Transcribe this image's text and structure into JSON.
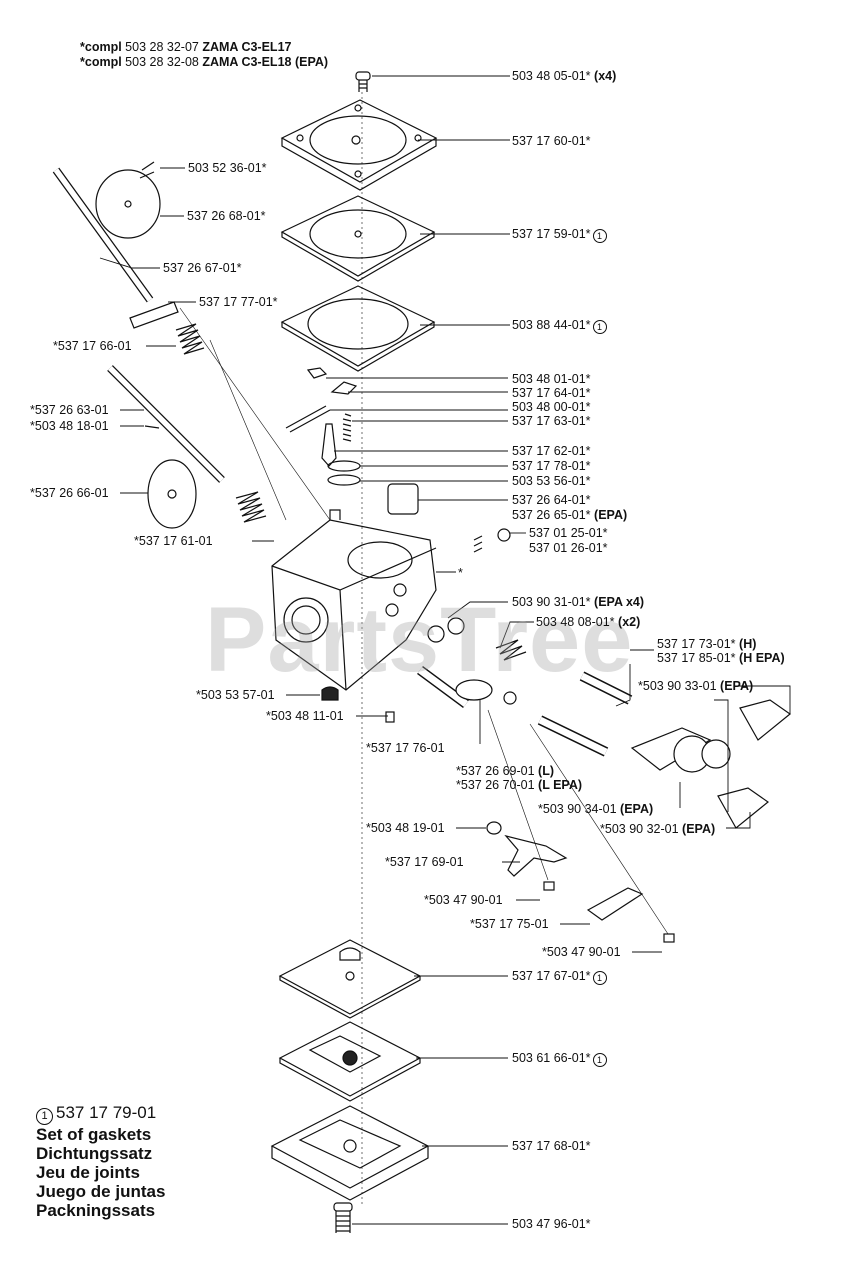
{
  "header": {
    "line1": {
      "prefix": "*compl",
      "num": "503 28 32-07",
      "model": "ZAMA C3-EL17"
    },
    "line2": {
      "prefix": "*compl",
      "num": "503 28 32-08",
      "model": "ZAMA C3-EL18 (EPA)"
    }
  },
  "watermark": "PartsTree",
  "kit": {
    "marker": "1",
    "number": "537 17 79-01",
    "names": [
      "Set of gaskets",
      "Dichtungssatz",
      "Jeu de joints",
      "Juego de juntas",
      "Packningssats"
    ]
  },
  "right_labels": [
    {
      "num": "503 48 05-01*",
      "note": "(x4)"
    },
    {
      "num": "537 17 60-01*",
      "note": ""
    },
    {
      "num": "537 17 59-01*",
      "note": "",
      "circle": "1"
    },
    {
      "num": "503 88 44-01*",
      "note": "",
      "circle": "1"
    },
    {
      "num": "503 48 01-01*",
      "note": ""
    },
    {
      "num": "537 17 64-01*",
      "note": ""
    },
    {
      "num": "503 48 00-01*",
      "note": ""
    },
    {
      "num": "537 17 63-01*",
      "note": ""
    },
    {
      "num": "537 17 62-01*",
      "note": ""
    },
    {
      "num": "537 17 78-01*",
      "note": ""
    },
    {
      "num": "503 53 56-01*",
      "note": ""
    },
    {
      "num": "537 26 64-01*",
      "note": ""
    },
    {
      "num": "537 26 65-01*",
      "note": "(EPA)"
    },
    {
      "num": "537 01 25-01*",
      "note": ""
    },
    {
      "num": "537 01 26-01*",
      "note": ""
    },
    {
      "num": "*",
      "note": ""
    },
    {
      "num": "503 90 31-01*",
      "note": "(EPA x4)"
    },
    {
      "num": "503 48 08-01*",
      "note": "(x2)"
    },
    {
      "num": "537 17 73-01*",
      "note": "(H)"
    },
    {
      "num": "537 17 85-01*",
      "note": "(H EPA)"
    },
    {
      "num": "*503 90 33-01",
      "note": "(EPA)"
    },
    {
      "num": "*537 26 69-01",
      "note": "(L)"
    },
    {
      "num": "*537 26 70-01",
      "note": "(L EPA)"
    },
    {
      "num": "*503 90 34-01",
      "note": "(EPA)"
    },
    {
      "num": "*503 90 32-01",
      "note": "(EPA)"
    },
    {
      "num": "537 17 67-01*",
      "note": "",
      "circle": "1"
    },
    {
      "num": "503 61 66-01*",
      "note": "",
      "circle": "1"
    },
    {
      "num": "537 17 68-01*",
      "note": ""
    },
    {
      "num": "503 47 96-01*",
      "note": ""
    }
  ],
  "left_labels": [
    {
      "num": "503 52 36-01*"
    },
    {
      "num": "537 26 68-01*"
    },
    {
      "num": "537 26 67-01*"
    },
    {
      "num": "537 17 77-01*"
    },
    {
      "num": "*537 17 66-01"
    },
    {
      "num": "*537 26 63-01"
    },
    {
      "num": "*503 48 18-01"
    },
    {
      "num": "*537 26 66-01"
    },
    {
      "num": "*537 17 61-01"
    },
    {
      "num": "*503 53 57-01"
    },
    {
      "num": "*503 48 11-01"
    },
    {
      "num": "*537 17 76-01"
    },
    {
      "num": "*503 48 19-01"
    },
    {
      "num": "*537 17 69-01"
    },
    {
      "num": "*503 47 90-01"
    },
    {
      "num": "*537 17 75-01"
    },
    {
      "num": "*503 47 90-01"
    }
  ]
}
